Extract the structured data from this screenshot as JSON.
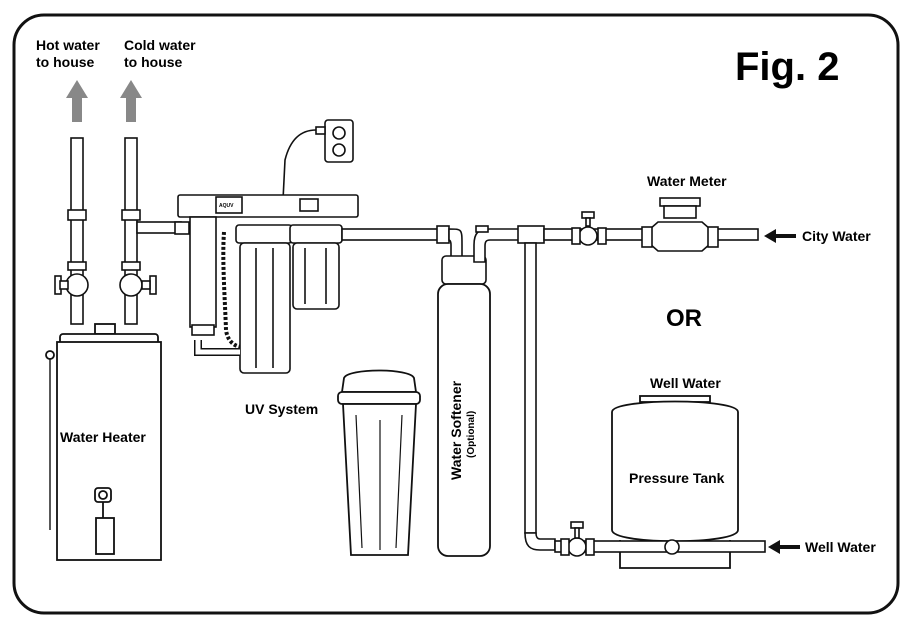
{
  "figure": {
    "label": "Fig. 2"
  },
  "labels": {
    "hot_water_line1": "Hot water",
    "hot_water_line2": "to house",
    "cold_water_line1": "Cold water",
    "cold_water_line2": "to house",
    "water_meter": "Water Meter",
    "city_water": "City Water",
    "or": "OR",
    "well_water_title": "Well Water",
    "pressure_tank": "Pressure Tank",
    "well_water_inlet": "Well Water",
    "uv_system": "UV System",
    "water_heater": "Water Heater",
    "water_softener": "Water Softener",
    "optional": "(Optional)",
    "uv_brand": "AQUV"
  }
}
